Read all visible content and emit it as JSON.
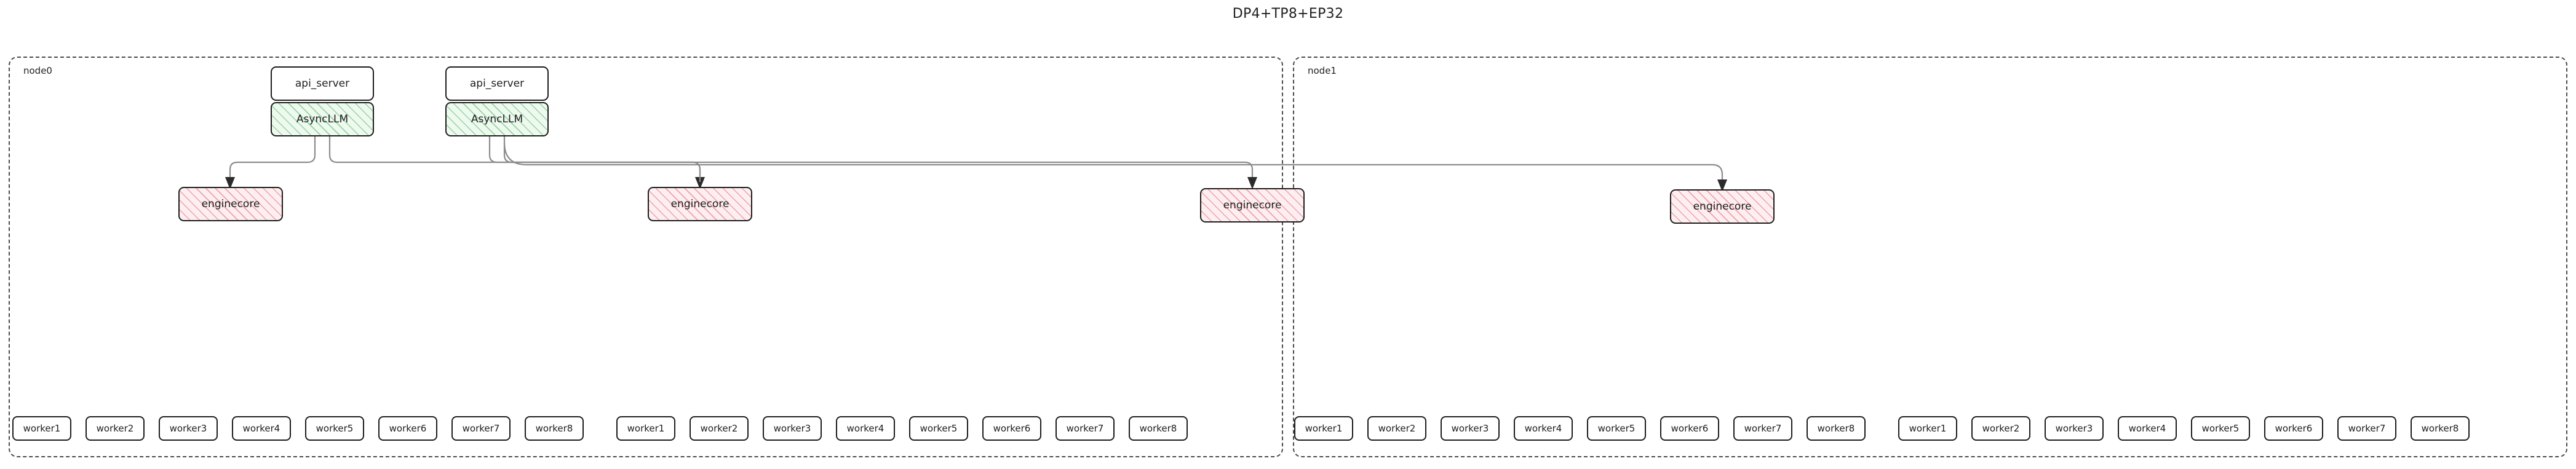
{
  "title": "DP4+TP8+EP32",
  "diagram": {
    "type": "architecture-graph",
    "colors": {
      "async_llm_fill": "#eef9ef",
      "async_llm_hatch": "#78c882",
      "enginecore_fill": "#fdeff1",
      "enginecore_hatch": "#eb828c",
      "box_border": "#1d1d1d",
      "group_border": "#4a4a4a",
      "edge": "#8c8c8c",
      "background": "#ffffff"
    },
    "nodes": [
      {
        "id": "node0",
        "label": "node0",
        "stacks": [
          {
            "api_server": "api_server",
            "async_llm": "AsyncLLM"
          },
          {
            "api_server": "api_server",
            "async_llm": "AsyncLLM"
          }
        ],
        "enginecores": [
          {
            "label": "enginecore"
          },
          {
            "label": "enginecore"
          }
        ],
        "worker_groups": [
          {
            "workers": [
              "worker1",
              "worker2",
              "worker3",
              "worker4",
              "worker5",
              "worker6",
              "worker7",
              "worker8"
            ]
          },
          {
            "workers": [
              "worker1",
              "worker2",
              "worker3",
              "worker4",
              "worker5",
              "worker6",
              "worker7",
              "worker8"
            ]
          }
        ]
      },
      {
        "id": "node1",
        "label": "node1",
        "stacks": [],
        "enginecores": [
          {
            "label": "enginecore"
          },
          {
            "label": "enginecore"
          }
        ],
        "worker_groups": [
          {
            "workers": [
              "worker1",
              "worker2",
              "worker3",
              "worker4",
              "worker5",
              "worker6",
              "worker7",
              "worker8"
            ]
          },
          {
            "workers": [
              "worker1",
              "worker2",
              "worker3",
              "worker4",
              "worker5",
              "worker6",
              "worker7",
              "worker8"
            ]
          }
        ]
      }
    ]
  }
}
